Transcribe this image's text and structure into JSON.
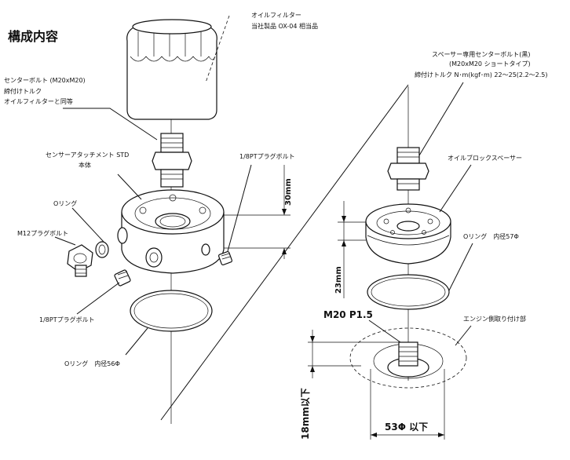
{
  "title": "構成内容",
  "labels": {
    "oil_filter_1": "オイルフィルター",
    "oil_filter_2": "当社製品 OX-04 相当品",
    "center_bolt_1": "センターボルト (M20xM20)",
    "center_bolt_2": "締付けトルク",
    "center_bolt_3": "オイルフィルターと同等",
    "sensor_attach_1": "センサーアタッチメント STD",
    "sensor_attach_2": "本体",
    "plug_bolt_18_top": "1/8PTプラグボルト",
    "o_ring_small": "Oリング",
    "m12_plug": "M12プラグボルト",
    "plug_bolt_18_bottom": "1/8PTプラグボルト",
    "o_ring_56": "Oリング　内径56Φ",
    "spacer_bolt_1": "スペーサー専用センターボルト(黒)",
    "spacer_bolt_2": "(M20xM20 ショートタイプ)",
    "spacer_bolt_3": "締付けトルク N･m(kgf･m) 22～25(2.2～2.5)",
    "oil_block_spacer": "オイルブロックスペーサー",
    "o_ring_57": "Oリング　内径57Φ",
    "engine_mount": "エンジン側取り付け部",
    "thread_spec": "M20 P1.5"
  },
  "dimensions": {
    "d30": "30mm",
    "d23": "23mm",
    "d18": "18mm以下",
    "d53": "53Φ 以下"
  }
}
